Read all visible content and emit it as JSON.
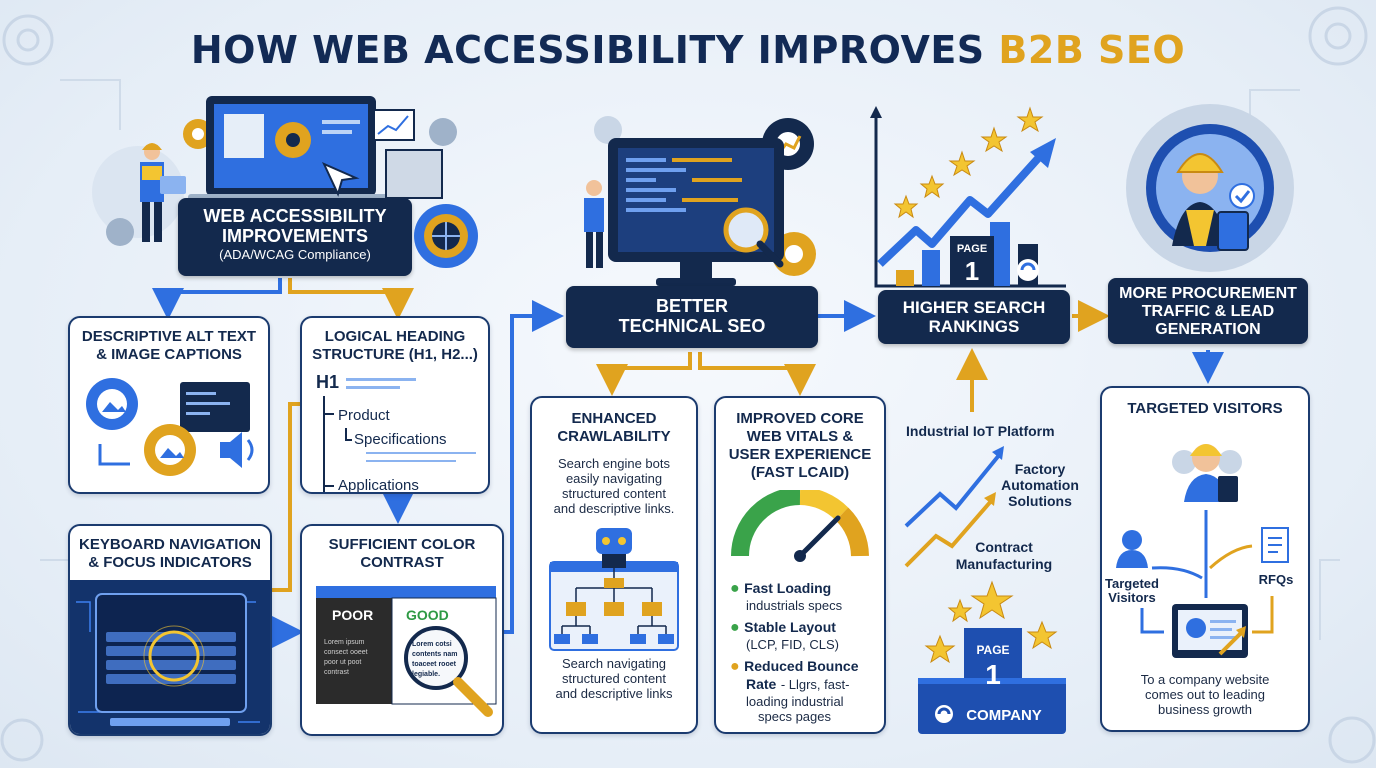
{
  "title": {
    "main": "HOW WEB ACCESSIBILITY IMPROVES",
    "accent": "B2B SEO"
  },
  "accessibility": {
    "line1": "WEB ACCESSIBILITY",
    "line2": "IMPROVEMENTS",
    "sub": "(ADA/WCAG Compliance)"
  },
  "alt_text": {
    "line1": "DESCRIPTIVE ALT TEXT",
    "line2": "& IMAGE CAPTIONS"
  },
  "heading": {
    "line1": "LOGICAL HEADING",
    "line2": "STRUCTURE (H1, H2...)",
    "h1": "H1",
    "item1": "Product",
    "item2": "Specifications",
    "item3": "Applications"
  },
  "keyboard": {
    "line1": "KEYBOARD NAVIGATION",
    "line2": "& FOCUS INDICATORS"
  },
  "contrast": {
    "line1": "SUFFICIENT COLOR",
    "line2": "CONTRAST",
    "poor": "POOR",
    "good": "GOOD",
    "poor_text": [
      "Lorem ipsum",
      "consect ooeet",
      "poor ut poot",
      "contrast"
    ],
    "good_text": [
      "Lorem cotsi",
      "contents nam",
      "toaceet rooet",
      "legiable."
    ]
  },
  "technical_seo": {
    "line1": "BETTER",
    "line2": "TECHNICAL SEO"
  },
  "crawl": {
    "line1": "ENHANCED",
    "line2": "CRAWLABILITY",
    "desc": [
      "Search engine bots",
      "easily navigating",
      "structured content",
      "and descriptive links."
    ],
    "foot": [
      "Search navigating",
      "structured content",
      "and descriptive links"
    ]
  },
  "vitals": {
    "line1": "IMPROVED CORE",
    "line2": "WEB VITALS &",
    "line3": "USER EXPERIENCE",
    "line4": "(FAST LCAID)",
    "b1": "Fast Loading",
    "b1s": "industrials specs",
    "b2": "Stable Layout",
    "b2s": "(LCP, FID, CLS)",
    "b3": "Reduced Bounce",
    "b3a": "Rate",
    "b3s": "- Llgrs, fast-",
    "b3s2": "loading industrial",
    "b3s3": "specs pages"
  },
  "rankings": {
    "line1": "HIGHER SEARCH",
    "line2": "RANKINGS",
    "page": "PAGE",
    "num": "1"
  },
  "keywords": {
    "k1": "Industrial IoT Platform",
    "k2a": "Factory",
    "k2b": "Automation",
    "k2c": "Solutions",
    "k3a": "Contract",
    "k3b": "Manufacturing"
  },
  "podium": {
    "page": "PAGE",
    "num": "1",
    "company": "COMPANY"
  },
  "procurement": {
    "line1": "MORE PROCUREMENT",
    "line2": "TRAFFIC & LEAD",
    "line3": "GENERATION"
  },
  "visitors": {
    "title": "TARGETED VISITORS",
    "left1": "Targeted",
    "left2": "Visitors",
    "rfq": "RFQs",
    "foot": [
      "To a company website",
      "comes out to leading",
      "business growth"
    ]
  },
  "colors": {
    "navy": "#13294d",
    "blue": "#2f6fe0",
    "gold": "#e0a31f",
    "ink": "#1b2a44"
  }
}
